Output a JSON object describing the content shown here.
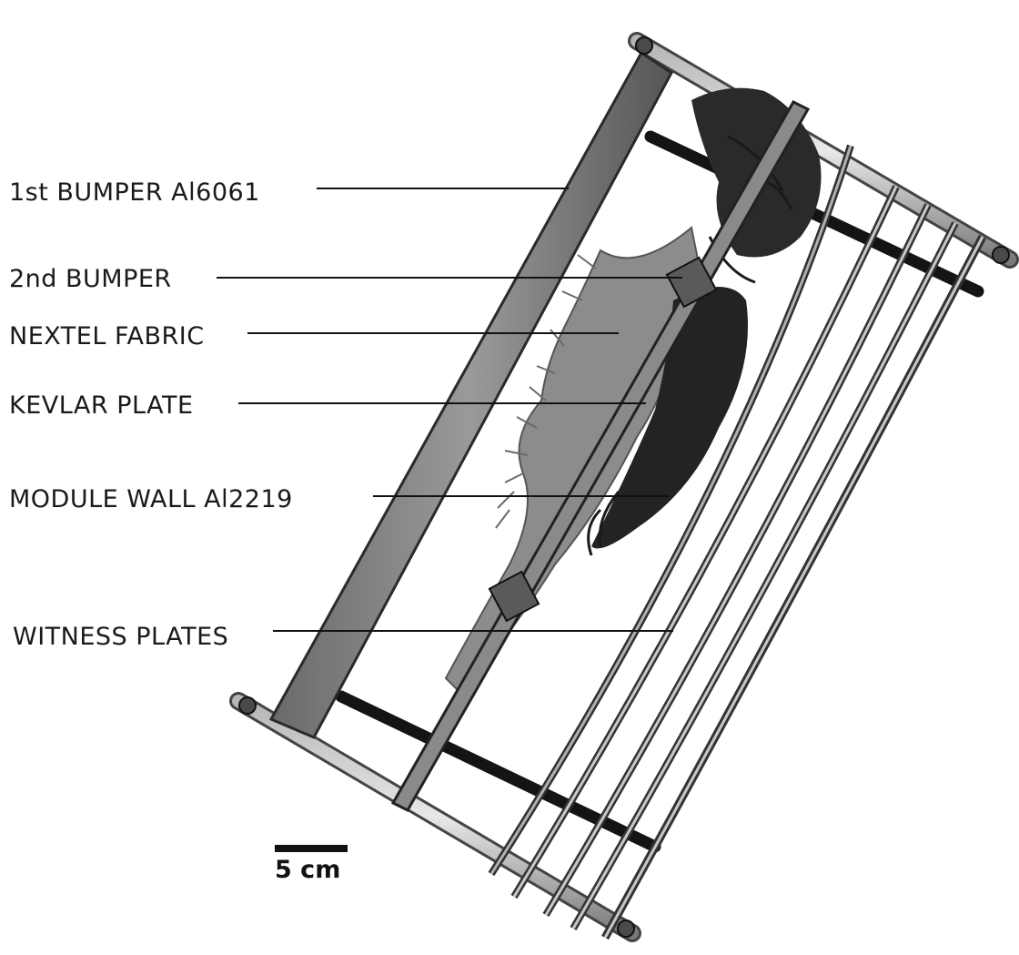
{
  "labels": {
    "first_bumper": "1st BUMPER Al6061",
    "second_bumper": "2nd BUMPER",
    "nextel_fabric": "NEXTEL FABRIC",
    "kevlar_plate": "KEVLAR PLATE",
    "module_wall": "MODULE WALL Al2219",
    "witness_plates": "WITNESS PLATES"
  },
  "scale_bar": {
    "label": "5 cm"
  }
}
